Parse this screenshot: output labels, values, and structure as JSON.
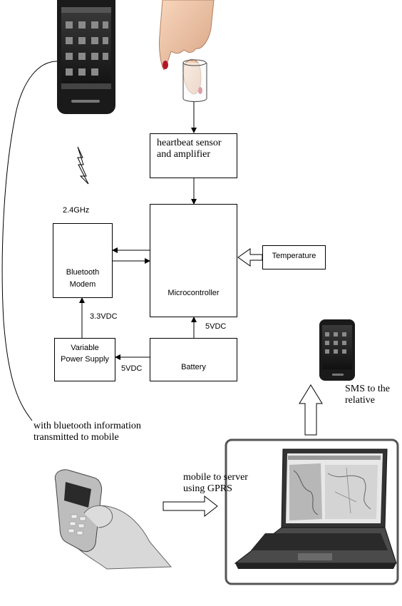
{
  "blocks": {
    "heartbeat_sensor": [
      "heartbeat sensor",
      "and amplifier"
    ],
    "microcontroller": "Microcontroller",
    "bluetooth_modem": [
      "Bluetooth",
      "Modem"
    ],
    "temperature": "Temperature",
    "variable_power_supply": [
      "Variable",
      "Power Supply"
    ],
    "battery": "Battery"
  },
  "labels": {
    "frequency": "2.4GHz",
    "v33": "3.3VDC",
    "v5_top": "5VDC",
    "v5_bottom": "5VDC",
    "bluetooth_info": [
      "with bluetooth information",
      "transmitted to mobile"
    ],
    "mobile_to_server": [
      "mobile to server",
      "using GPRS"
    ],
    "sms": [
      "SMS to the",
      "relative"
    ]
  }
}
